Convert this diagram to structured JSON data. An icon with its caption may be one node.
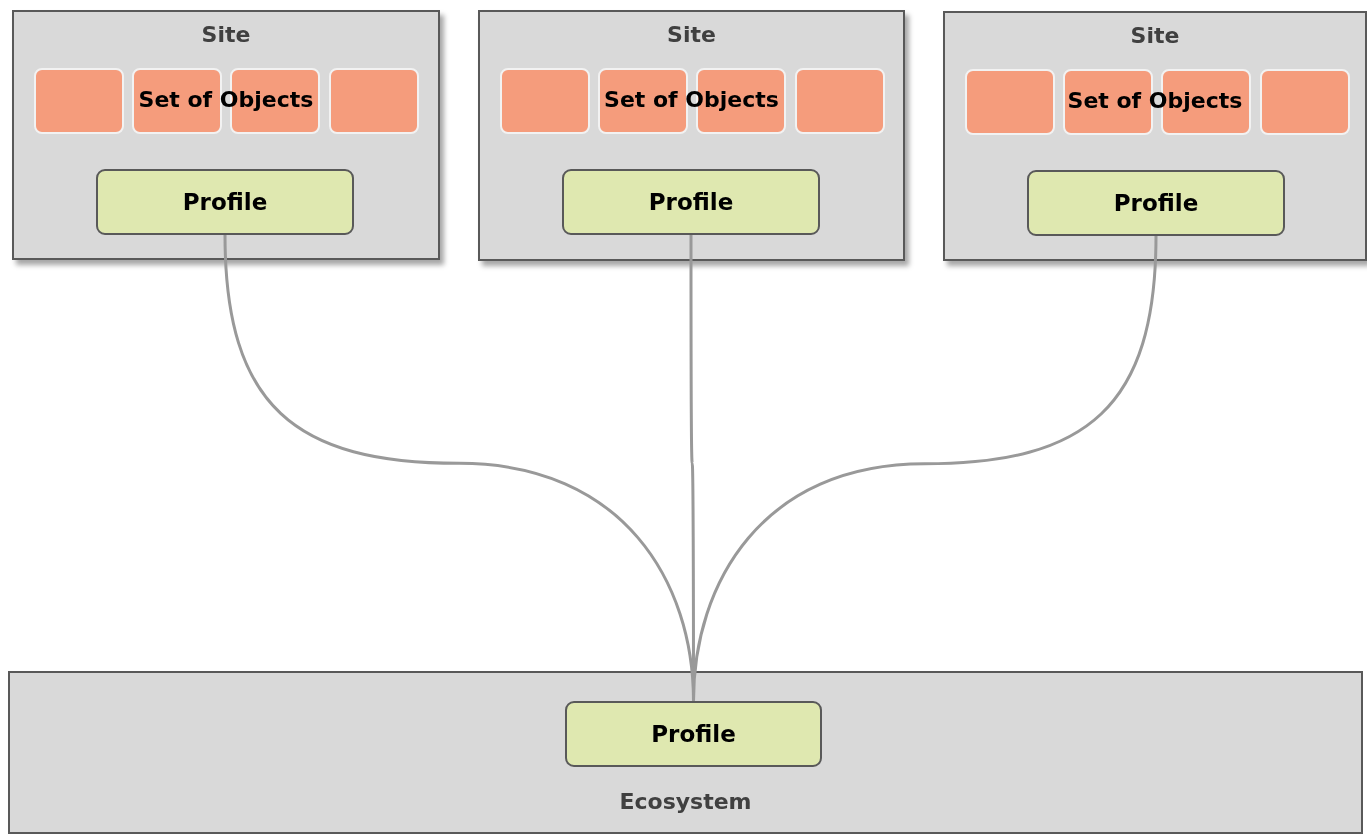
{
  "diagram": {
    "nodes": [
      {
        "text": [
          "Site",
          "Set of Objects"
        ]
      },
      {
        "text": [],
        "shape": "box",
        "in": 0
      },
      {
        "text": [],
        "shape": "box",
        "in": 0
      },
      {
        "text": [],
        "shape": "box",
        "in": 0
      },
      {
        "text": [],
        "shape": "box",
        "in": 0
      },
      {
        "text": [
          "Profile"
        ],
        "in": 0
      },
      {
        "text": [
          "Site",
          "Set of Objects"
        ]
      },
      {
        "text": [],
        "shape": "box",
        "in": 6
      },
      {
        "text": [],
        "shape": "box",
        "in": 6
      },
      {
        "text": [],
        "shape": "box",
        "in": 6
      },
      {
        "text": [],
        "shape": "box",
        "in": 6
      },
      {
        "text": [
          "Profile"
        ],
        "in": 6
      },
      {
        "text": [
          "Site",
          "Set of Objects"
        ]
      },
      {
        "text": [],
        "shape": "box",
        "in": 12
      },
      {
        "text": [],
        "shape": "box",
        "in": 12
      },
      {
        "text": [],
        "shape": "box",
        "in": 12
      },
      {
        "text": [],
        "shape": "box",
        "in": 12
      },
      {
        "text": [
          "Profile"
        ],
        "in": 12
      },
      {
        "text": [
          "Ecosystem"
        ]
      },
      {
        "text": [
          "Profile"
        ],
        "in": 18
      }
    ],
    "edges": [
      {
        "from": 5,
        "to": 19,
        "arrow": "none"
      },
      {
        "from": 11,
        "to": 19,
        "arrow": "none"
      },
      {
        "from": 17,
        "to": 19,
        "arrow": "none"
      }
    ]
  }
}
